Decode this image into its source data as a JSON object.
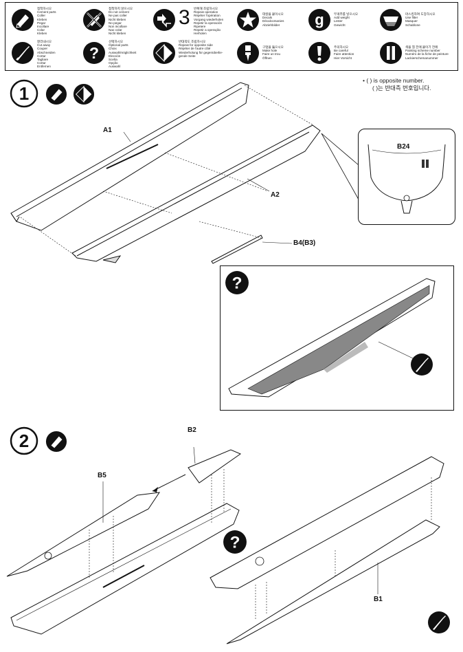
{
  "legend": [
    {
      "icon": "cement-icon",
      "lines": [
        "접착하시오",
        "Cement parts",
        "Coller",
        "Kleben",
        "Pegar",
        "Incollare",
        "Colar",
        "Kleben"
      ]
    },
    {
      "icon": "no-cement-icon",
      "lines": [
        "접착하지 않으시오",
        "Do not cement",
        "Ne pas coller",
        "Nicht kleben",
        "No pegar",
        "Non incollare",
        "Nao colar",
        "Nicht kleben"
      ]
    },
    {
      "icon": "repeat-icon",
      "number": "3",
      "lines": [
        "반복해 조립하시오",
        "Repeat operation",
        "Répéter l'opération",
        "Vorgang wiederholen",
        "Repetir la operación",
        "Ripetere",
        "Repetir a operação",
        "Herholen"
      ]
    },
    {
      "icon": "decals-icon",
      "lines": [
        "데칼을 붙이시오",
        "Decals",
        "Décalcomanies",
        "Abziehbilder"
      ]
    },
    {
      "icon": "weight-icon",
      "lines": [
        "무게추를 넣으시오",
        "Add weight",
        "Lester",
        "Gewicht"
      ]
    },
    {
      "icon": "filter-icon",
      "lines": [
        "마스킹하여 도장하시오",
        "Use filter",
        "Masquer",
        "Schablone"
      ]
    },
    {
      "icon": "cut-icon",
      "lines": [
        "잘라내시오",
        "Cut away",
        "Couper",
        "Abschneiden",
        "Cortar",
        "Tagliare",
        "Cortar",
        "Entfernen"
      ]
    },
    {
      "icon": "optional-icon",
      "lines": [
        "선택하시오",
        "Optional parts",
        "Choix",
        "Auswahlmöglichkeit",
        "Elección",
        "Scelta",
        "Opção",
        "Auswahl"
      ]
    },
    {
      "icon": "opposite-side-icon",
      "lines": [
        "반대쪽도 조립하시오",
        "Repeat for opposite side",
        "Répéter de l'autre côté",
        "Wiederholung für gegenüberlie-",
        "gende Seite"
      ]
    },
    {
      "icon": "drill-icon",
      "lines": [
        "구멍을 뚫으시오",
        "Make hole",
        "Faire un trou",
        "Öffnen"
      ]
    },
    {
      "icon": "caution-icon",
      "lines": [
        "주의하시오",
        "Be careful",
        "Faire attention",
        "Hier Vorsicht"
      ]
    },
    {
      "icon": "paint-scheme-icon",
      "lines": [
        "색을 칠 전에 붙이기 전에",
        "Painting scheme number",
        "Numéro de la fiche de peinture",
        "Lackierschemanummer"
      ]
    }
  ],
  "note": {
    "line1": "• (  ) is opposite number.",
    "line2": "(  )는 반대측 번호입니다."
  },
  "step1": {
    "number": "1"
  },
  "step2": {
    "number": "2"
  },
  "labels": {
    "a1": "A1",
    "a2": "A2",
    "b4": "B4(B3)",
    "b24": "B24",
    "b2": "B2",
    "b5": "B5",
    "b1": "B1"
  }
}
